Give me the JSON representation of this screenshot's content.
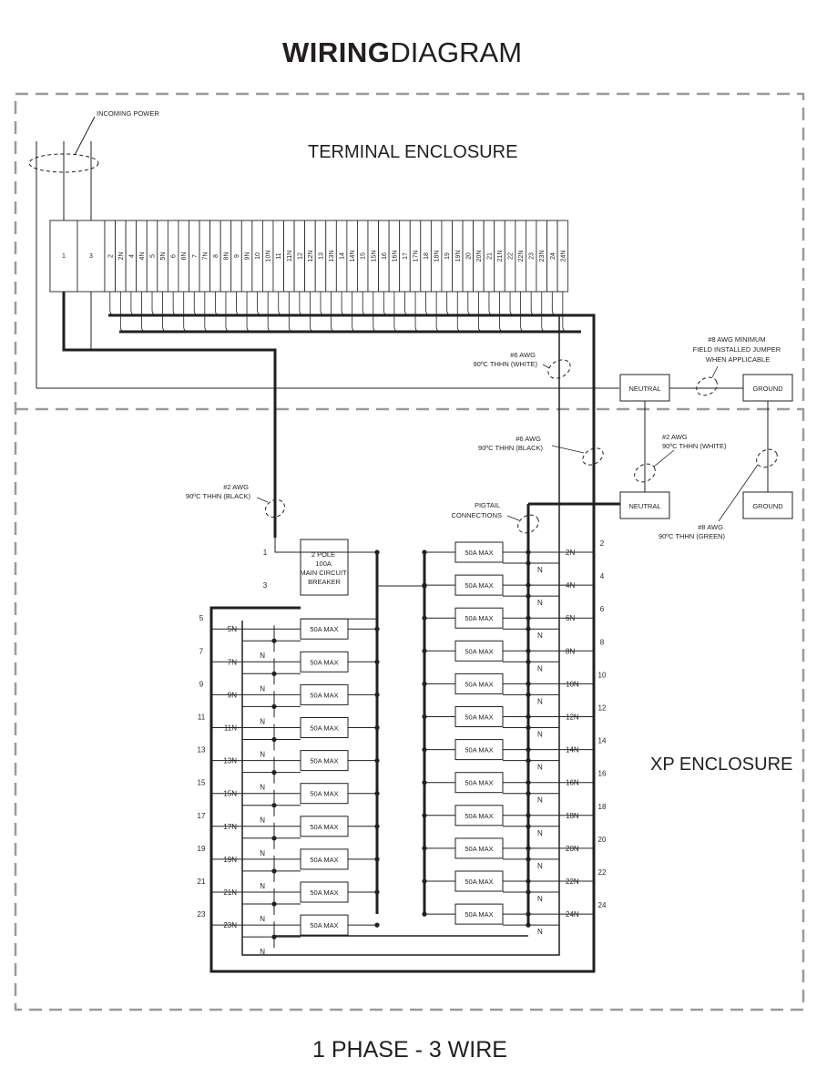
{
  "title": {
    "bold": "WIRING",
    "light": "DIAGRAM"
  },
  "footer": "1 PHASE - 3 WIRE",
  "enclosures": {
    "terminal": "TERMINAL ENCLOSURE",
    "xp": "XP ENCLOSURE"
  },
  "labels": {
    "incoming_power": "INCOMING POWER",
    "jumper": [
      "#8 AWG MINIMUM",
      "FIELD INSTALLED JUMPER",
      "WHEN APPLICABLE"
    ],
    "white6": [
      "#6 AWG",
      "90ºC THHN (WHITE)"
    ],
    "black6": [
      "#6 AWG",
      "90ºC THHN (BLACK)"
    ],
    "black2": [
      "#2 AWG",
      "90ºC THHN (BLACK)"
    ],
    "white2": [
      "#2 AWG",
      "90ºC THHN (WHITE)"
    ],
    "green8": [
      "#8 AWG",
      "90ºC THHN (GREEN)"
    ],
    "pigtail": [
      "PIGTAIL",
      "CONNECTIONS"
    ]
  },
  "boxes": {
    "neutral": "NEUTRAL",
    "ground": "GROUND"
  },
  "terminals": [
    "1",
    "3",
    "2",
    "2N",
    "4",
    "4N",
    "5",
    "5N",
    "6",
    "6N",
    "7",
    "7N",
    "8",
    "8N",
    "9",
    "9N",
    "10",
    "10N",
    "11",
    "11N",
    "12",
    "12N",
    "13",
    "13N",
    "14",
    "14N",
    "15",
    "15N",
    "16",
    "16N",
    "17",
    "17N",
    "18",
    "18N",
    "19",
    "19N",
    "20",
    "20N",
    "21",
    "21N",
    "22",
    "22N",
    "23",
    "23N",
    "24",
    "24N"
  ],
  "main_breaker": [
    "2 POLE",
    "100A",
    "MAIN CIRCUIT",
    "BREAKER"
  ],
  "breaker_label": "50A MAX",
  "neutral_tag": "N",
  "left_circuits": [
    {
      "num": "1",
      "n": ""
    },
    {
      "num": "3",
      "n": ""
    },
    {
      "num": "5",
      "n": "5N"
    },
    {
      "num": "7",
      "n": "7N"
    },
    {
      "num": "9",
      "n": "9N"
    },
    {
      "num": "11",
      "n": "11N"
    },
    {
      "num": "13",
      "n": "13N"
    },
    {
      "num": "15",
      "n": "15N"
    },
    {
      "num": "17",
      "n": "17N"
    },
    {
      "num": "19",
      "n": "19N"
    },
    {
      "num": "21",
      "n": "21N"
    },
    {
      "num": "23",
      "n": "23N"
    }
  ],
  "right_circuits": [
    {
      "num": "2",
      "n": "2N"
    },
    {
      "num": "4",
      "n": "4N"
    },
    {
      "num": "6",
      "n": "6N"
    },
    {
      "num": "8",
      "n": "8N"
    },
    {
      "num": "10",
      "n": "10N"
    },
    {
      "num": "12",
      "n": "12N"
    },
    {
      "num": "14",
      "n": "14N"
    },
    {
      "num": "16",
      "n": "16N"
    },
    {
      "num": "18",
      "n": "18N"
    },
    {
      "num": "20",
      "n": "20N"
    },
    {
      "num": "22",
      "n": "22N"
    },
    {
      "num": "24",
      "n": "24N"
    }
  ]
}
